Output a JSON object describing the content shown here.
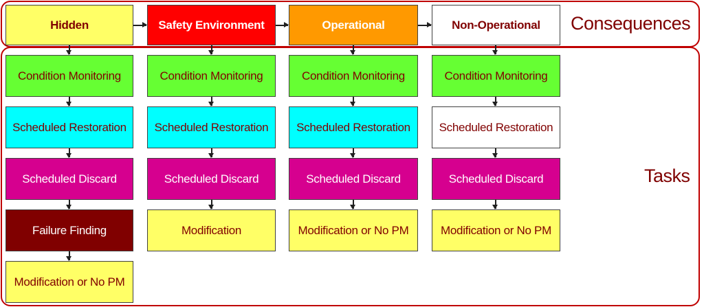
{
  "colors": {
    "frame": "#c00000",
    "label_text": "#7f0000",
    "hidden": "#ffff66",
    "safety": "#ff0000",
    "operational": "#ff9900",
    "non_operational": "#ffffff",
    "condition_monitoring": "#66ff33",
    "scheduled_restoration": "#00ffff",
    "scheduled_discard": "#d6008f",
    "failure_finding": "#800000",
    "modification": "#ffff66"
  },
  "consequences": {
    "label": "Consequences",
    "items": [
      {
        "label": "Hidden"
      },
      {
        "label": "Safety Environment"
      },
      {
        "label": "Operational"
      },
      {
        "label": "Non-Operational"
      }
    ]
  },
  "tasks": {
    "label": "Tasks",
    "columns": [
      {
        "items": [
          "Condition Monitoring",
          "Scheduled Restoration",
          "Scheduled Discard",
          "Failure Finding",
          "Modification or No PM"
        ]
      },
      {
        "items": [
          "Condition Monitoring",
          "Scheduled Restoration",
          "Scheduled Discard",
          "Modification"
        ]
      },
      {
        "items": [
          "Condition Monitoring",
          "Scheduled Restoration",
          "Scheduled Discard",
          "Modification or No PM"
        ]
      },
      {
        "items": [
          "Condition Monitoring",
          "Scheduled Restoration",
          "Scheduled Discard",
          "Modification or No PM"
        ]
      }
    ]
  }
}
